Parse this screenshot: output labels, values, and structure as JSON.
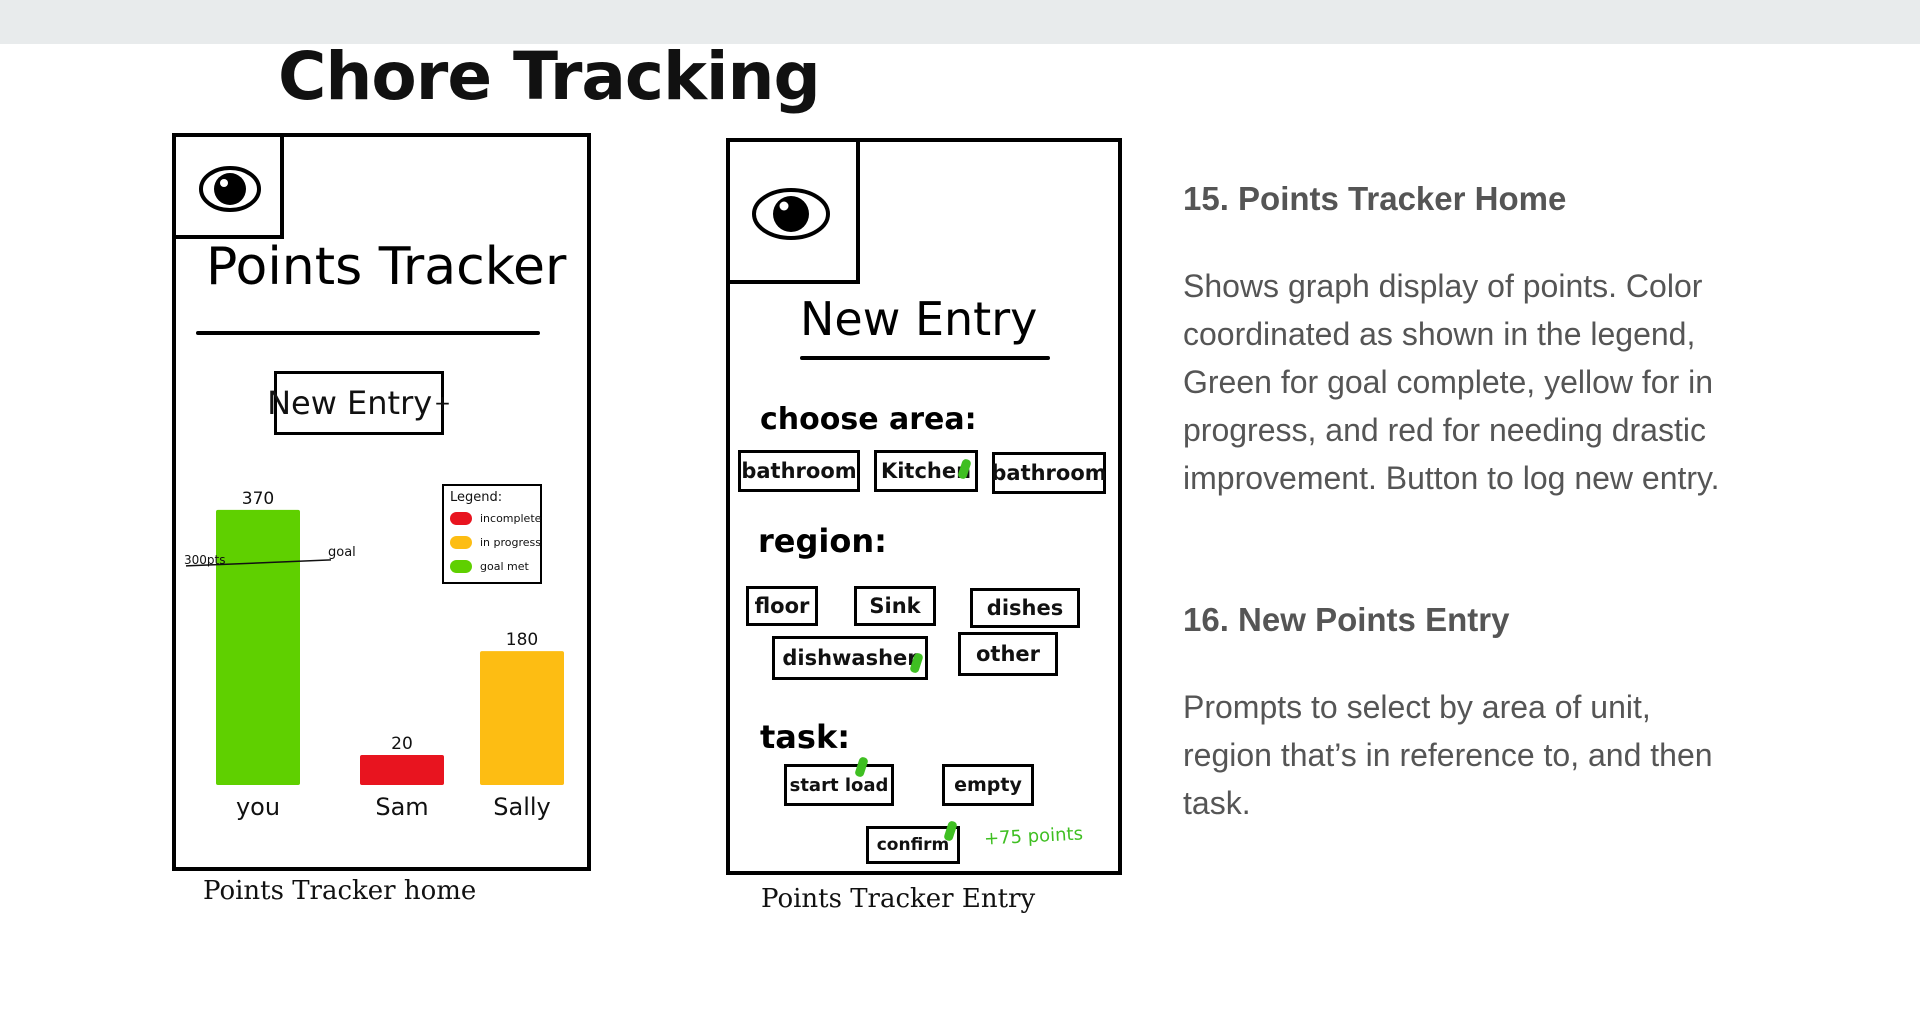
{
  "slide": {
    "title": "Chore Tracking"
  },
  "home_screen": {
    "title": "Points Tracker",
    "new_entry_button": "New Entry",
    "new_entry_plus": "+",
    "legend": {
      "heading": "Legend:",
      "items": [
        {
          "label": "incomplete",
          "color": "#e8141f"
        },
        {
          "label": "in progress",
          "color": "#fdbd13"
        },
        {
          "label": "goal met",
          "color": "#5fd000"
        }
      ]
    },
    "goal_line": {
      "value_label": "300pts",
      "label": "goal",
      "value": 300
    },
    "caption": "Points Tracker home"
  },
  "chart_data": {
    "type": "bar",
    "categories": [
      "you",
      "Sam",
      "Sally"
    ],
    "values": [
      370,
      20,
      180
    ],
    "colors": [
      "#5fd000",
      "#e8141f",
      "#fdbd13"
    ],
    "data_labels": [
      "370",
      "20",
      "180"
    ],
    "ylim": [
      0,
      390
    ],
    "grid": false,
    "legend_placement": "top-right"
  },
  "entry_screen": {
    "title": "New Entry",
    "choose_area_label": "choose area:",
    "areas": [
      {
        "label": "bathroom",
        "checked": false
      },
      {
        "label": "Kitchen",
        "checked": true
      },
      {
        "label": "bathroom",
        "checked": false
      }
    ],
    "region_label": "region:",
    "regions": [
      {
        "label": "floor",
        "checked": false
      },
      {
        "label": "Sink",
        "checked": false
      },
      {
        "label": "dishes",
        "checked": false
      },
      {
        "label": "dishwasher",
        "checked": true
      },
      {
        "label": "other",
        "checked": false
      }
    ],
    "task_label": "task:",
    "tasks": [
      {
        "label": "start load",
        "checked": true
      },
      {
        "label": "empty",
        "checked": false
      }
    ],
    "confirm_button": "confirm",
    "points_note": "+75 points",
    "caption": "Points Tracker Entry"
  },
  "descriptions": [
    {
      "heading": "15. Points Tracker Home",
      "body": "Shows graph display of points. Color coordinated as shown in the legend, Green for goal complete, yellow for in progress, and red for needing drastic improvement.  Button to log new entry."
    },
    {
      "heading": "16. New Points Entry",
      "body": "Prompts to select by area of unit, region that’s in reference to, and then task."
    }
  ],
  "colors": {
    "green_check": "#3fbf22",
    "points_note": "#3fbf22",
    "text_gray": "#555555",
    "top_bar": "#e8ebec"
  }
}
